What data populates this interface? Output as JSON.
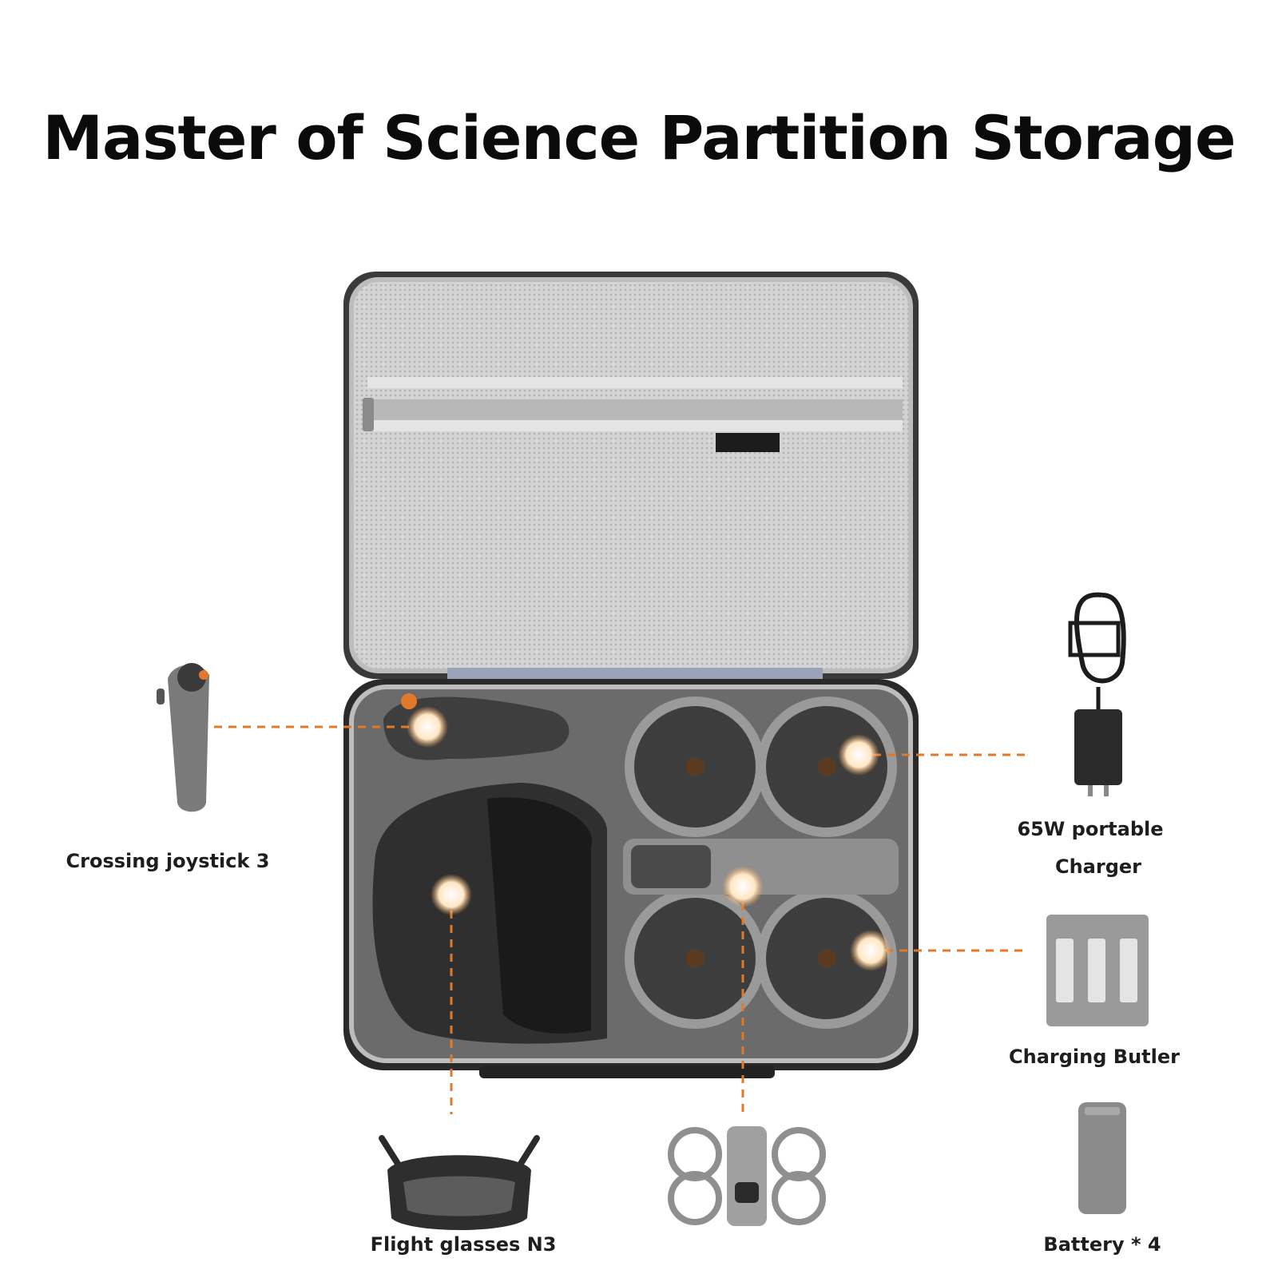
{
  "title": "Master of Science Partition Storage",
  "labels": {
    "joystick": "Crossing joystick 3",
    "charger_line1": "65W portable",
    "charger_line2": "Charger",
    "charging_butler": "Charging Butler",
    "glasses": "Flight glasses N3",
    "battery": "Battery * 4"
  },
  "colors": {
    "accent_orange": "#e07a2a",
    "case_gray": "#8a8a8a",
    "mesh_light": "#cfcfcf",
    "foam_dark": "#5a5a5a"
  }
}
